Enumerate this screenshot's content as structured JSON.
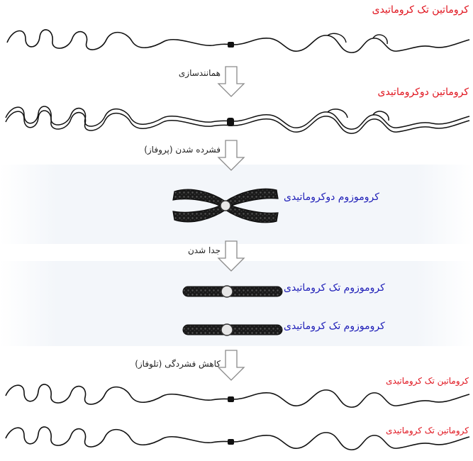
{
  "labels": {
    "chromatin_single_top": "کروماتین تک کروماتیدی",
    "chromatin_double": "کروماتین دوکروماتیدی",
    "chromosome_double": "کروموزوم دوکروماتیدی",
    "chromosome_single_1": "کروموزوم تک کروماتیدی",
    "chromosome_single_2": "کروموزوم تک کروماتیدی",
    "chromatin_single_bottom_1": "کروماتین تک کروماتیدی",
    "chromatin_single_bottom_2": "کروماتین تک کروماتیدی"
  },
  "steps": {
    "replication": "همانندسازی",
    "condensation": "فشرده شدن (پروفاز)",
    "separation": "جدا شدن",
    "decondensation": "کاهش فشردگی (تلوفاز)"
  },
  "colors": {
    "chromatin_label": "#e0141e",
    "chromosome_label": "#1f1fb8",
    "step_text": "#222222",
    "strand": "#111111",
    "arrow_stroke": "#8a8a8a",
    "arrow_fill": "#ffffff"
  }
}
